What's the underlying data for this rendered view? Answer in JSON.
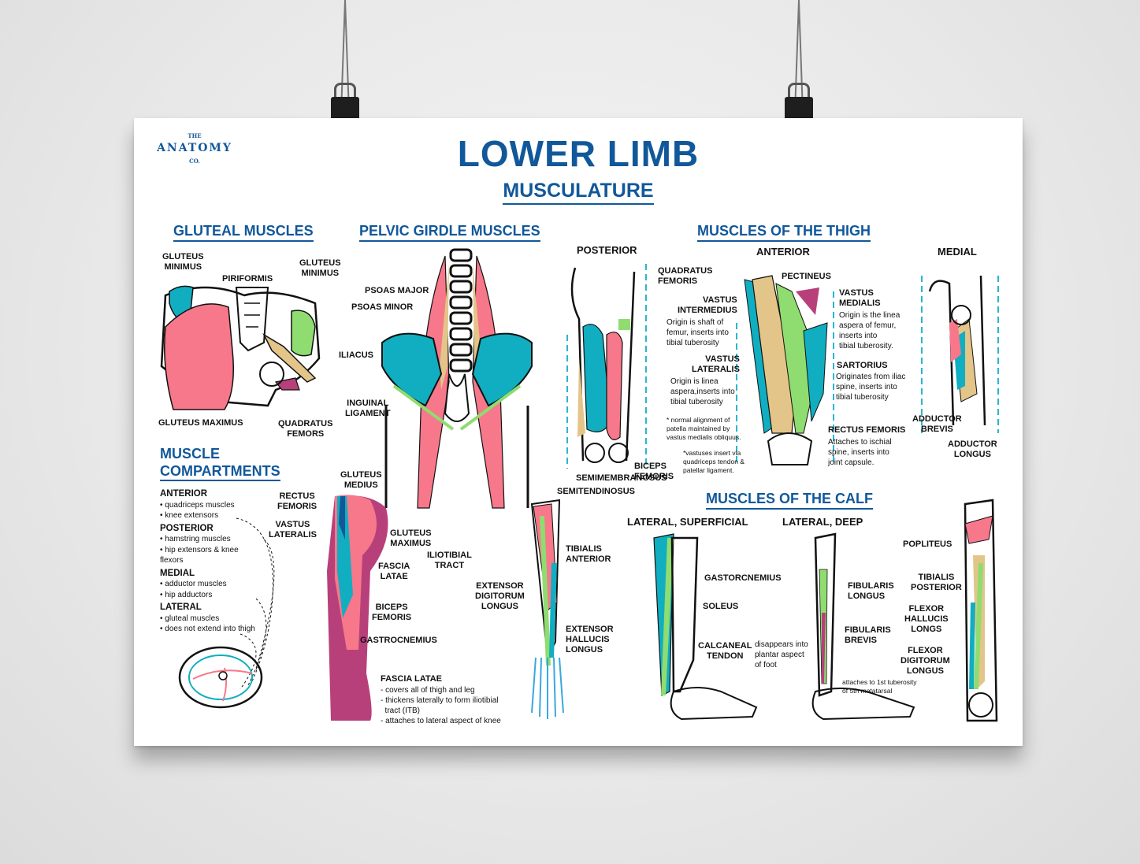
{
  "logo": {
    "top": "THE",
    "main": "ANATOMY",
    "bottom": "CO."
  },
  "title": "LOWER LIMB",
  "subtitle": "MUSCULATURE",
  "sections": {
    "gluteal": {
      "heading": "GLUTEAL MUSCLES",
      "labels": [
        "GLUTEUS\nMINIMUS",
        "PIRIFORMIS",
        "GLUTEUS\nMINIMUS",
        "GLUTEUS MAXIMUS",
        "QUADRATUS\nFEMORS"
      ]
    },
    "pelvic": {
      "heading": "PELVIC GIRDLE MUSCLES",
      "labels": [
        "PSOAS MAJOR",
        "PSOAS MINOR",
        "ILIACUS",
        "INGUINAL\nLIGAMENT"
      ]
    },
    "thigh": {
      "heading": "MUSCLES OF THE THIGH",
      "views": [
        "POSTERIOR",
        "ANTERIOR",
        "MEDIAL"
      ],
      "posterior_labels": [
        "QUADRATUS\nFEMORIS",
        "BICEPS\nFEMORIS",
        "SEMIMEMBRANOSUS",
        "SEMITENDINOSUS"
      ],
      "anterior_labels": {
        "pectineus": "PECTINEUS",
        "vastus_intermedius": "VASTUS\nINTERMEDIUS",
        "vastus_intermedius_note": "Origin is shaft of\nfemur, inserts into\ntibial tuberosity",
        "vastus_lateralis": "VASTUS\nLATERALIS",
        "vastus_lateralis_note": "Origin is linea\naspera,inserts into\ntibial tuberosity",
        "vastus_medialis": "VASTUS\nMEDIALIS",
        "vastus_medialis_note": "Origin is the linea\naspera of femur,\ninserts into\ntibial tuberosity.",
        "sartorius": "SARTORIUS",
        "sartorius_note": "Originates from iliac\nspine, inserts into\ntibial tuberosity",
        "rectus_femoris": "RECTUS FEMORIS",
        "rectus_femoris_note": "Attaches to ischial\nspine, inserts into\njoint capsule.",
        "note1": "* normal alignment of\npatella maintained by\nvastus medialis obliquus.",
        "note2": "*vastuses insert via\nquadriceps tendon &\npatellar ligament."
      },
      "medial_labels": [
        "ADDUCTOR\nBREVIS",
        "ADDUCTOR\nLONGUS"
      ]
    },
    "compartments": {
      "heading_line1": "MUSCLE",
      "heading_line2": "COMPARTMENTS",
      "groups": [
        {
          "name": "ANTERIOR",
          "items": [
            "• quadriceps muscles",
            "• knee extensors"
          ]
        },
        {
          "name": "POSTERIOR",
          "items": [
            "• hamstring muscles",
            "• hip extensors & knee",
            "flexors"
          ]
        },
        {
          "name": "MEDIAL",
          "items": [
            "• adductor muscles",
            "• hip adductors"
          ]
        },
        {
          "name": "LATERAL",
          "items": [
            "• gluteal muscles",
            "• does not extend into thigh"
          ]
        }
      ]
    },
    "lateral_leg": {
      "labels": [
        "GLUTEUS\nMEDIUS",
        "RECTUS\nFEMORIS",
        "VASTUS\nLATERALIS",
        "GLUTEUS\nMAXIMUS",
        "ILIOTIBIAL\nTRACT",
        "FASCIA\nLATAE",
        "BICEPS\nFEMORIS",
        "GASTROCNEMIUS"
      ],
      "fascia_heading": "FASCIA LATAE",
      "fascia_notes": "- covers all of thigh and leg\n- thickens laterally to form iliotibial\n  tract (ITB)\n- attaches to lateral aspect of knee"
    },
    "anterior_leg": {
      "labels": [
        "TIBIALIS\nANTERIOR",
        "EXTENSOR\nDIGITORUM\nLONGUS",
        "EXTENSOR\nHALLUCIS\nLONGUS"
      ]
    },
    "calf": {
      "heading": "MUSCLES OF THE CALF",
      "views": [
        "LATERAL, SUPERFICIAL",
        "LATERAL, DEEP"
      ],
      "superficial_labels": [
        "GASTORCNEMIUS",
        "SOLEUS",
        "CALCANEAL\nTENDON"
      ],
      "deep_labels": [
        "FIBULARIS\nLONGUS",
        "FIBULARIS\nBREVIS"
      ],
      "deep_note1": "disappears into\nplantar aspect\nof foot",
      "deep_note2": "attaches to 1st tuberosity\nof 5th metatarsal",
      "posterior_labels": [
        "POPLITEUS",
        "TIBIALIS\nPOSTERIOR",
        "FLEXOR\nHALLUCIS\nLONGS",
        "FLEXOR\nDIGITORUM\nLONGUS"
      ]
    }
  },
  "colors": {
    "blue": "#11589a",
    "pink": "#f7788a",
    "teal": "#10aec0",
    "green": "#8fdc70",
    "tan": "#e3c589",
    "magenta": "#b8407a",
    "dashed": "#2ab6cf"
  }
}
